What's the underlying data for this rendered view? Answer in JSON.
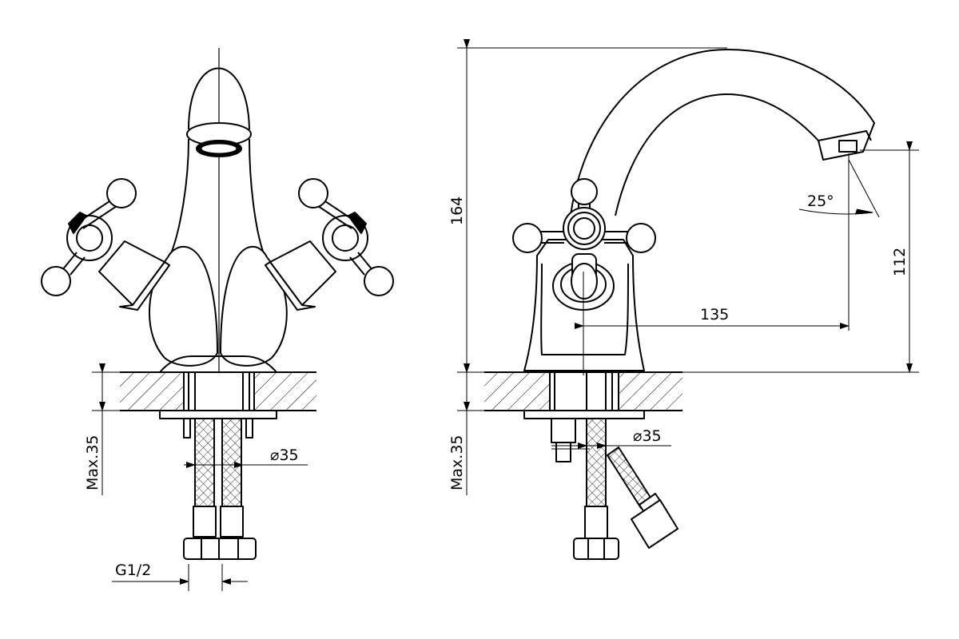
{
  "colors": {
    "stroke": "#000000",
    "background": "#ffffff",
    "hatch": "#000000"
  },
  "front_view": {
    "max_depth": "Max.35",
    "hole_diameter": "⌀35",
    "thread": "G1/2"
  },
  "side_view": {
    "height": "164",
    "outlet_height": "112",
    "reach": "135",
    "angle": "25°",
    "max_depth": "Max.35",
    "hole_diameter": "⌀35"
  }
}
